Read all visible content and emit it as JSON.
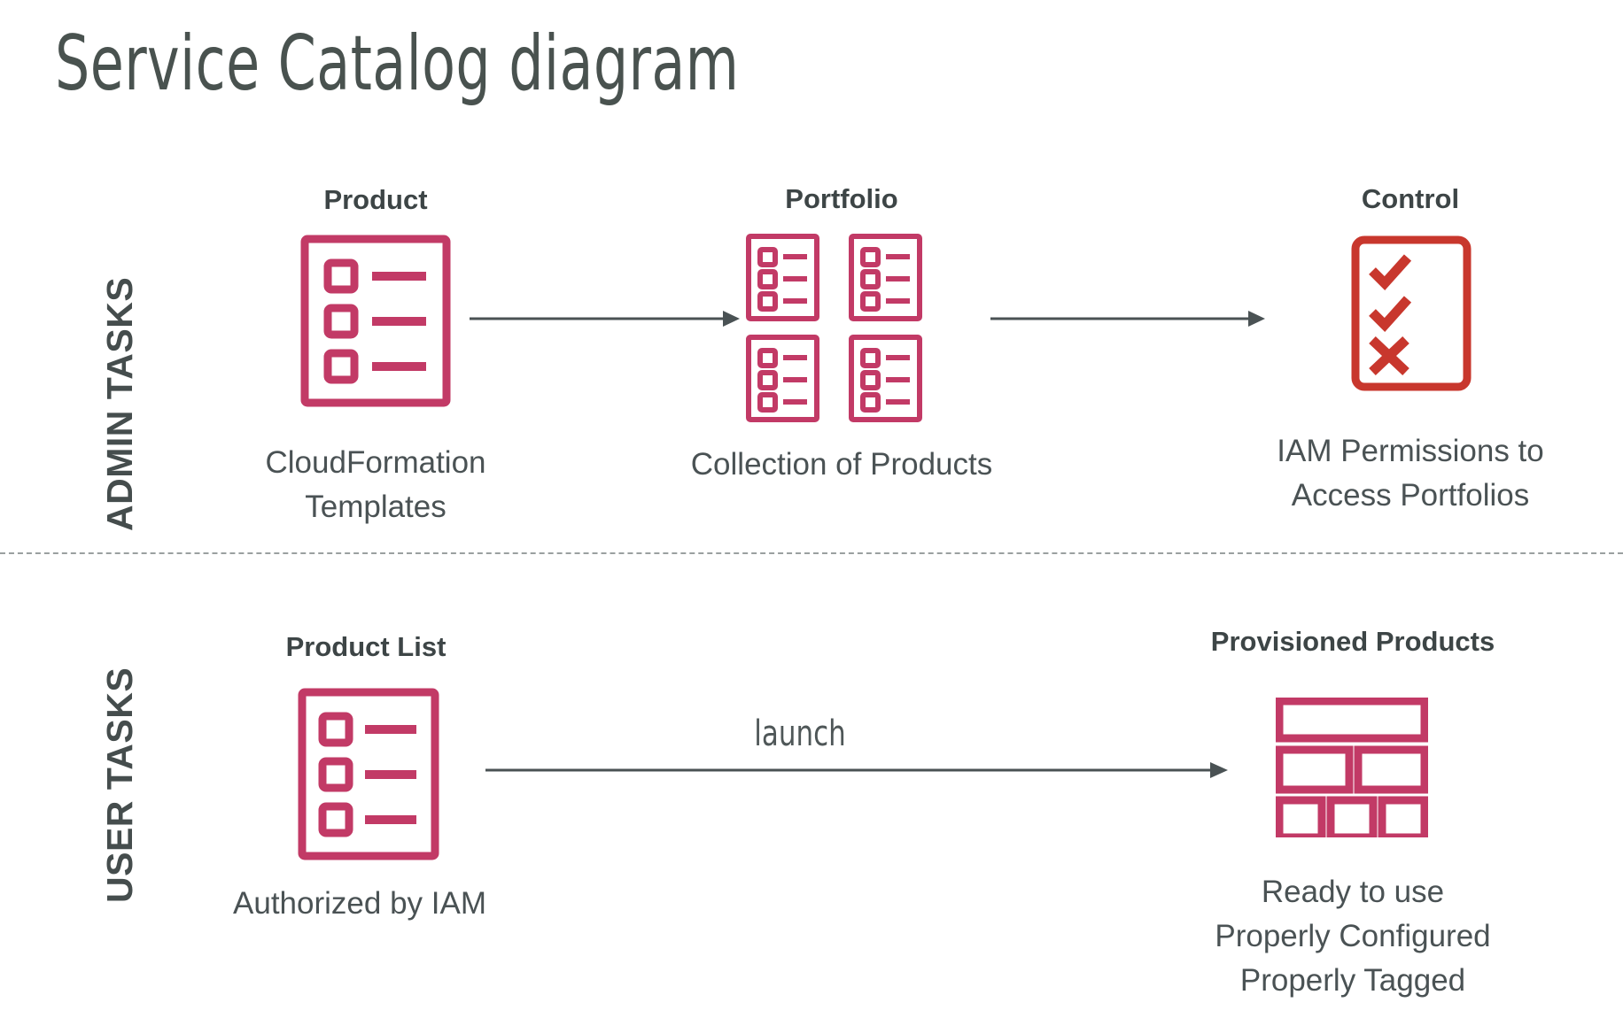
{
  "page": {
    "title": "Service Catalog diagram",
    "background": "#ffffff"
  },
  "colors": {
    "title_text": "#49524f",
    "heading_text": "#3d4546",
    "caption_text": "#4a5254",
    "band_label_text": "#454d4d",
    "product_pink": "#C23A66",
    "control_red": "#C8372D",
    "arrow_gray": "#4a5254",
    "divider_gray": "#9aa0a0"
  },
  "bands": [
    {
      "id": "admin",
      "label": "ADMIN TASKS"
    },
    {
      "id": "user",
      "label": "USER TASKS"
    }
  ],
  "divider": {
    "style": "dashed"
  },
  "admin_row": {
    "nodes": [
      {
        "id": "product",
        "heading": "Product",
        "icon": "product-list-icon",
        "caption_lines": [
          "CloudFormation",
          "Templates"
        ]
      },
      {
        "id": "portfolio",
        "heading": "Portfolio",
        "icon": "portfolio-grid-icon",
        "caption_lines": [
          "Collection of Products"
        ]
      },
      {
        "id": "control",
        "heading": "Control",
        "icon": "control-checklist-icon",
        "caption_lines": [
          "IAM Permissions to",
          "Access Portfolios"
        ]
      }
    ],
    "edges": [
      {
        "id": "product-to-portfolio",
        "label": ""
      },
      {
        "id": "portfolio-to-control",
        "label": ""
      }
    ]
  },
  "user_row": {
    "nodes": [
      {
        "id": "product-list",
        "heading": "Product List",
        "icon": "product-list-icon",
        "caption_lines": [
          "Authorized by IAM"
        ]
      },
      {
        "id": "provisioned-products",
        "heading": "Provisioned Products",
        "icon": "provisioned-blocks-icon",
        "caption_lines": [
          "Ready to use",
          "Properly Configured",
          "Properly Tagged"
        ]
      }
    ],
    "edges": [
      {
        "id": "launch-edge",
        "label": "launch"
      }
    ]
  }
}
